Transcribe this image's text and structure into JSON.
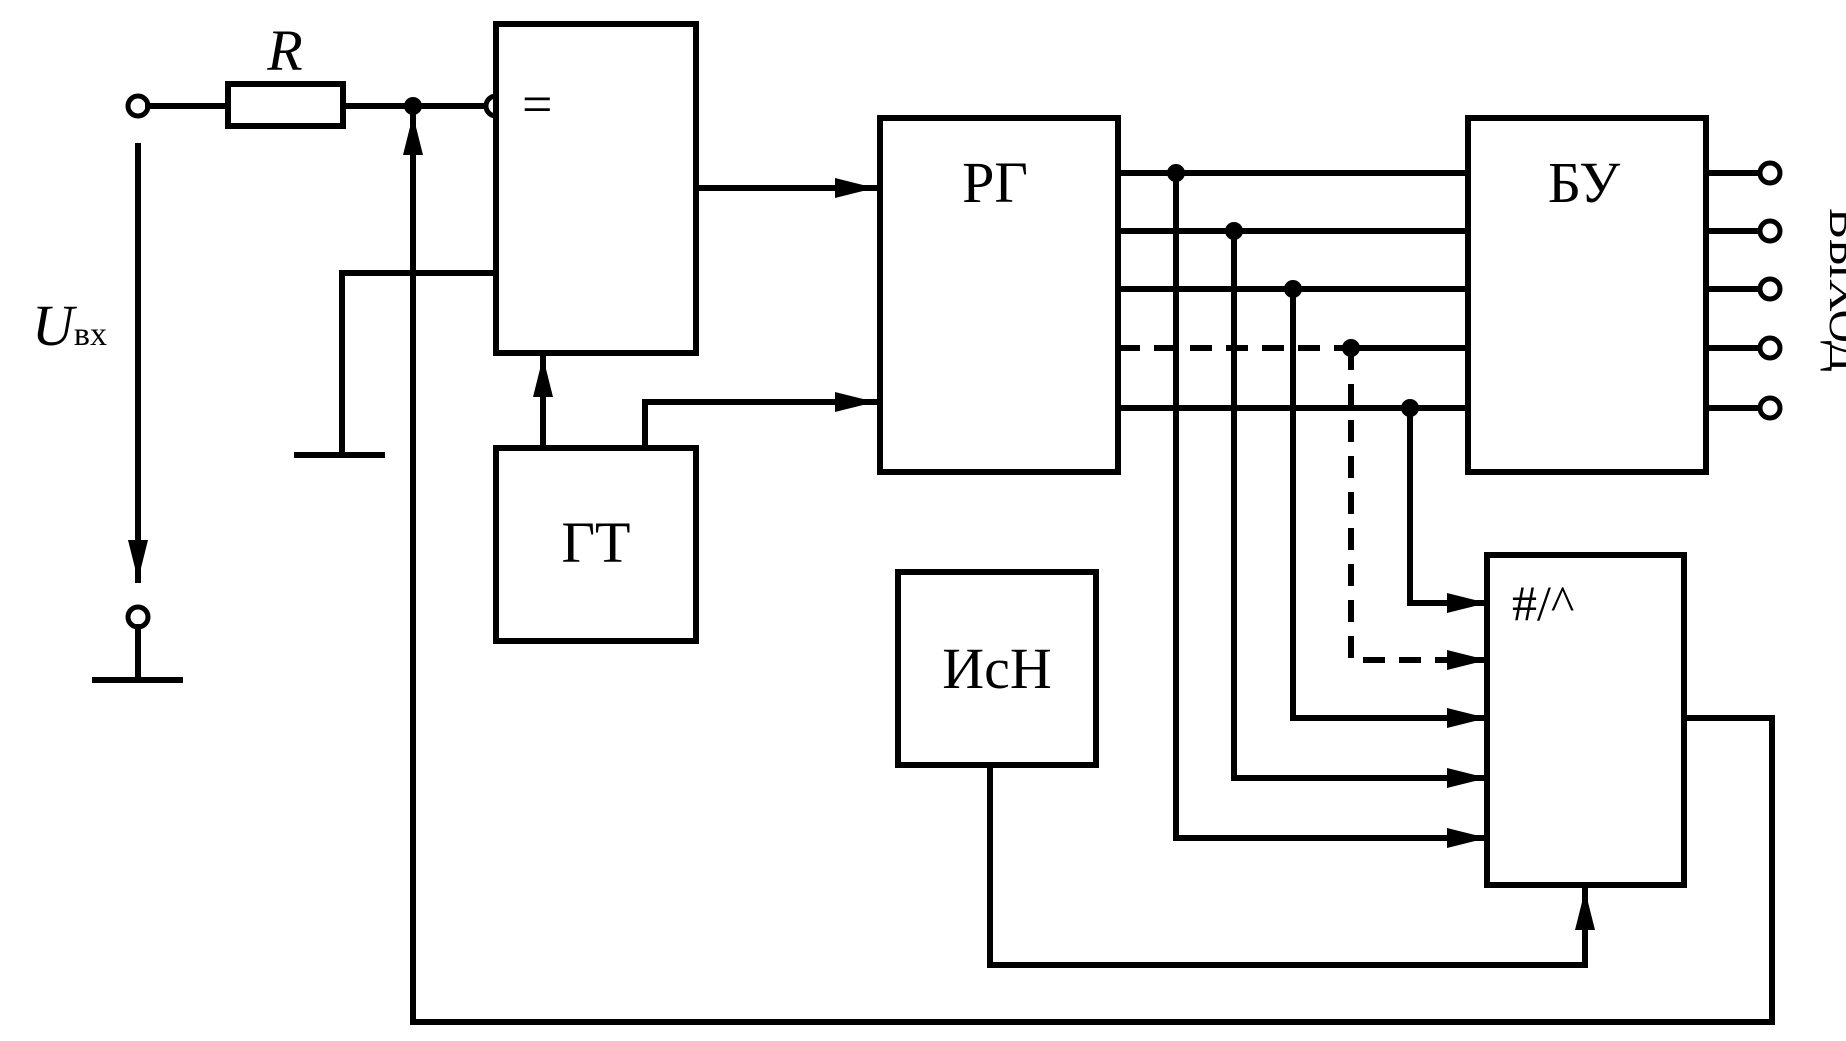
{
  "labels": {
    "resistor": "R",
    "input_voltage_symbol": "U",
    "input_voltage_subscript": "вх",
    "comparator_symbol": "=",
    "register": "РГ",
    "control_unit": "БУ",
    "clock_generator": "ГТ",
    "reference_source": "ИсН",
    "converter": "#/^",
    "output": "ВЫХОД"
  },
  "colors": {
    "line": "#000000",
    "background": "#ffffff"
  }
}
